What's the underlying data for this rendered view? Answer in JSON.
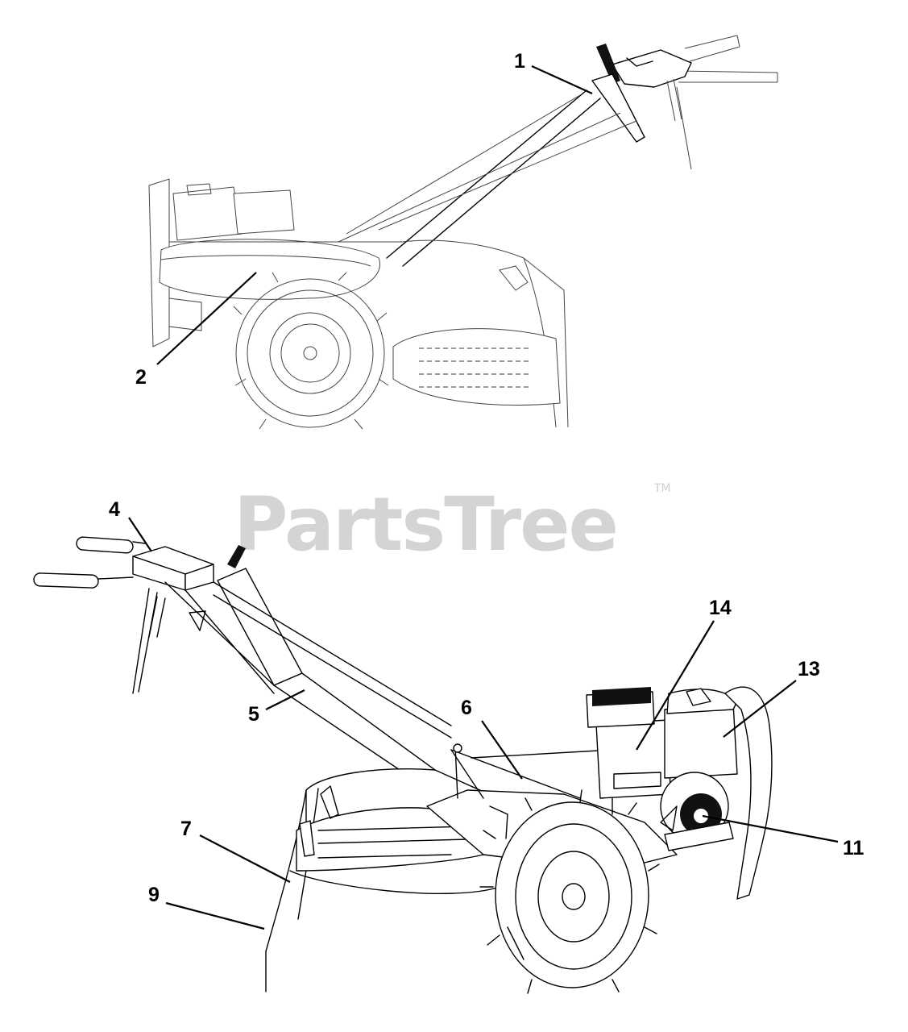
{
  "watermark": {
    "text": "PartsTree",
    "trademark": "TM"
  },
  "callouts": [
    {
      "id": "1",
      "label": "1"
    },
    {
      "id": "2",
      "label": "2"
    },
    {
      "id": "4",
      "label": "4"
    },
    {
      "id": "5",
      "label": "5"
    },
    {
      "id": "6",
      "label": "6"
    },
    {
      "id": "7",
      "label": "7"
    },
    {
      "id": "9",
      "label": "9"
    },
    {
      "id": "11",
      "label": "11"
    },
    {
      "id": "13",
      "label": "13"
    },
    {
      "id": "14",
      "label": "14"
    }
  ]
}
